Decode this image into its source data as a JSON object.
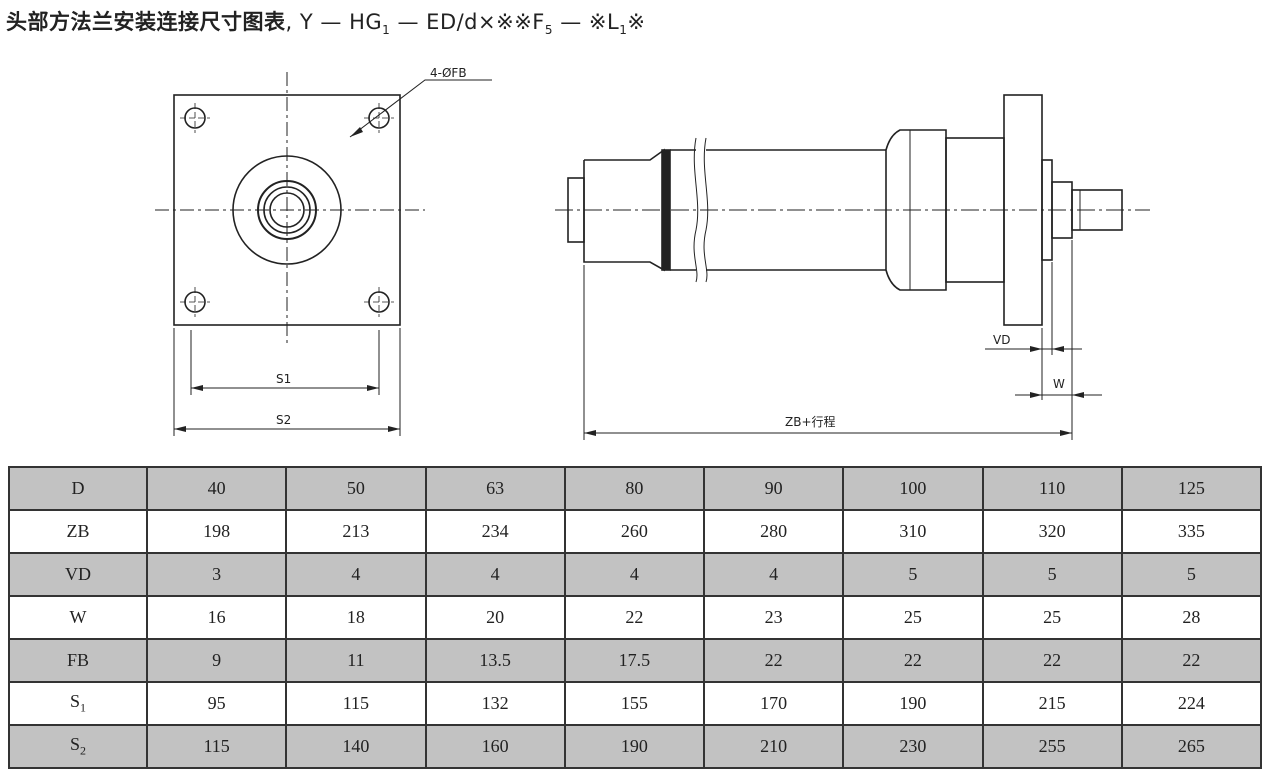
{
  "title": {
    "main": "头部方法兰安装连接尺寸图表",
    "model_y": "Y",
    "model_hg": "HG",
    "model_hg_sub": "1",
    "model_ed": "ED/d×※※F",
    "model_f_sub": "5",
    "model_l_pre": "※L",
    "model_l_sub": "1",
    "model_l_post": "※"
  },
  "drawing": {
    "hole_label": "4-ØFB",
    "s1_label": "S1",
    "s2_label": "S2",
    "vd_label": "VD",
    "w_label": "W",
    "zb_label": "ZB+行程"
  },
  "table": {
    "rows": [
      {
        "label": "D",
        "sub": "",
        "values": [
          "40",
          "50",
          "63",
          "80",
          "90",
          "100",
          "110",
          "125"
        ]
      },
      {
        "label": "ZB",
        "sub": "",
        "values": [
          "198",
          "213",
          "234",
          "260",
          "280",
          "310",
          "320",
          "335"
        ]
      },
      {
        "label": "VD",
        "sub": "",
        "values": [
          "3",
          "4",
          "4",
          "4",
          "4",
          "5",
          "5",
          "5"
        ]
      },
      {
        "label": "W",
        "sub": "",
        "values": [
          "16",
          "18",
          "20",
          "22",
          "23",
          "25",
          "25",
          "28"
        ]
      },
      {
        "label": "FB",
        "sub": "",
        "values": [
          "9",
          "11",
          "13.5",
          "17.5",
          "22",
          "22",
          "22",
          "22"
        ]
      },
      {
        "label": "S",
        "sub": "1",
        "values": [
          "95",
          "115",
          "132",
          "155",
          "170",
          "190",
          "215",
          "224"
        ]
      },
      {
        "label": "S",
        "sub": "2",
        "values": [
          "115",
          "140",
          "160",
          "190",
          "210",
          "230",
          "255",
          "265"
        ]
      }
    ]
  },
  "colors": {
    "shaded_row": "#c2c2c2",
    "line": "#222222"
  }
}
